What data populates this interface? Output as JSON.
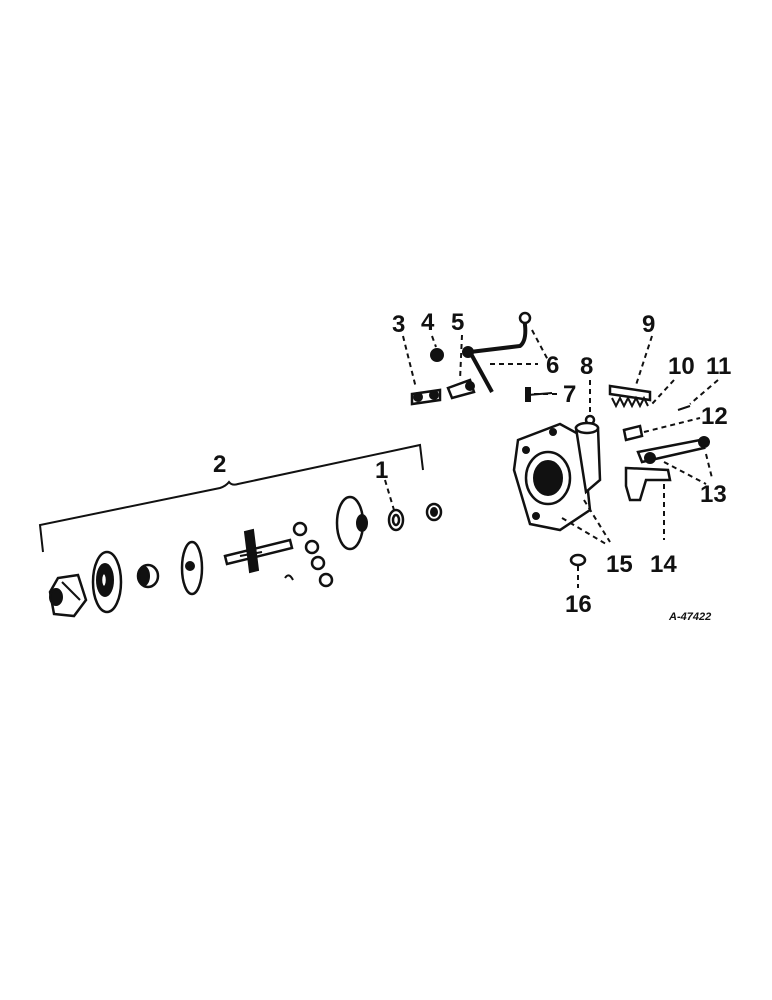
{
  "diagram": {
    "callouts": [
      "1",
      "2",
      "3",
      "4",
      "5",
      "6",
      "7",
      "8",
      "9",
      "10",
      "11",
      "12",
      "13",
      "14",
      "15",
      "16"
    ],
    "reference": "A-47422"
  }
}
